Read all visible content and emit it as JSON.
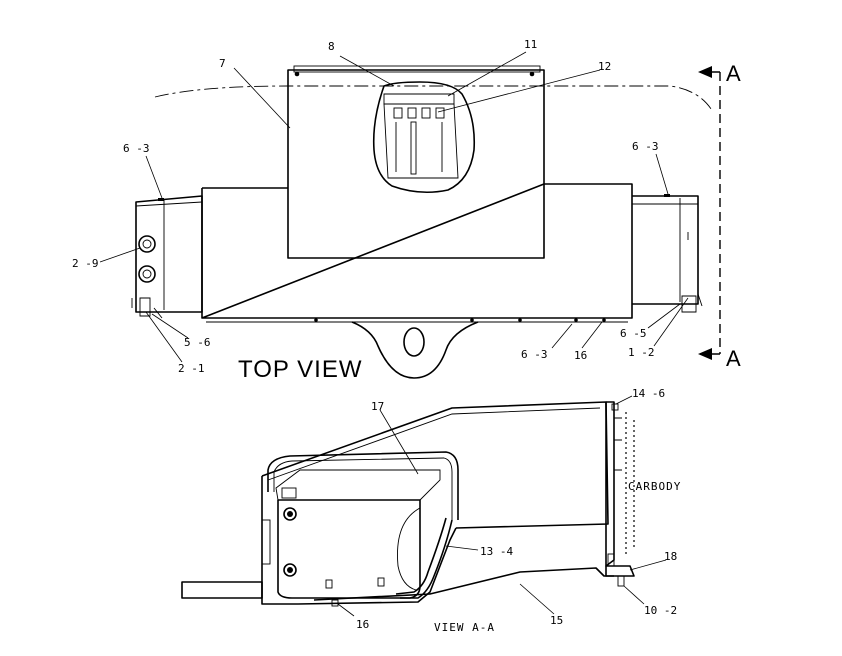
{
  "views": {
    "top": {
      "title": "TOP VIEW"
    },
    "section": {
      "title": "VIEW A-A",
      "carbody": "CARBODY"
    }
  },
  "section_marker": {
    "top": "A",
    "bottom": "A"
  },
  "callouts": {
    "c7": "7",
    "c8": "8",
    "c11": "11",
    "c12": "12",
    "c6_3_left": "6 -3",
    "c6_3_right": "6 -3",
    "c6_3_bottom": "6 -3",
    "c2_9": "2 -9",
    "c5_6": "5 -6",
    "c2_1": "2 -1",
    "c16_top": "16",
    "c6_5": "6 -5",
    "c1_2": "1 -2",
    "c17": "17",
    "c14_6": "14 -6",
    "c18": "18",
    "c13_4": "13 -4",
    "c15": "15",
    "c10_2": "10 -2",
    "c16_bottom": "16"
  }
}
